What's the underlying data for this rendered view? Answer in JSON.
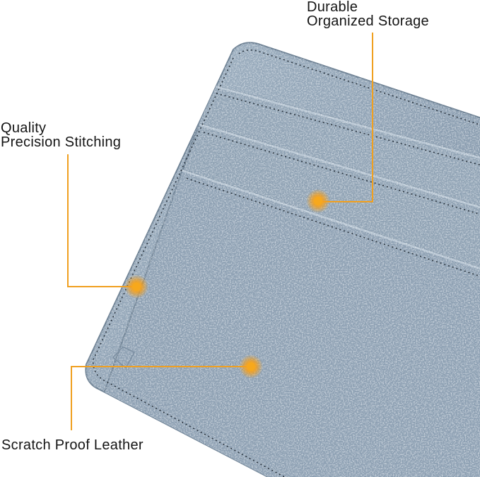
{
  "callouts": {
    "storage": {
      "line1": "Durable",
      "line2": "Organized Storage"
    },
    "stitching": {
      "line1": "Quality",
      "line2": "Precision Stitching"
    },
    "leather": {
      "line1": "Scratch Proof Leather"
    }
  },
  "colors": {
    "leather": "#8fa2b4",
    "leather_dark": "#6f8396",
    "leather_light": "#a6b6c5",
    "stitch": "#2c3640",
    "callout": "#f0a020",
    "text": "#141414",
    "background": "#ffffff"
  }
}
